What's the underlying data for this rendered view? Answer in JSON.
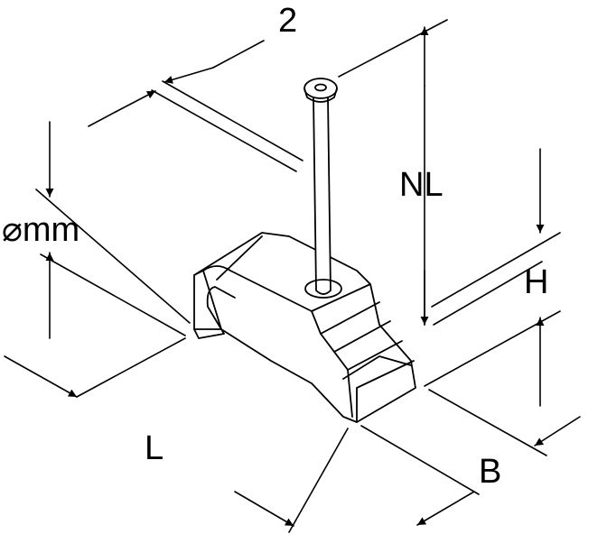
{
  "labels": {
    "nail_spacing": "2",
    "nail_length": "NL",
    "diameter": "⌀mm",
    "height": "H",
    "length": "L",
    "width": "B"
  },
  "colors": {
    "line": "#000000",
    "background": "#ffffff"
  }
}
